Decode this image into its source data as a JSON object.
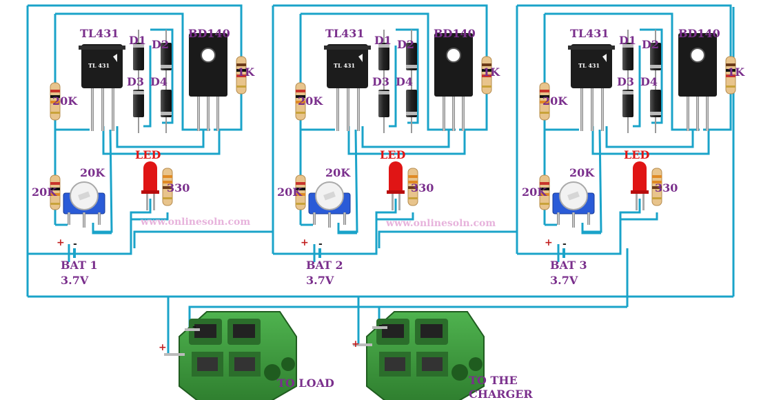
{
  "colors": {
    "wire": "#1aa3c9",
    "label": "#7a2f8c",
    "black_label": "#111111",
    "watermark": "#e7b3dc",
    "transistor_body": "#1c1c1c",
    "led": "#e01515",
    "pot_base": "#2a5bd7",
    "terminal": "#3f9a3f",
    "terminal_dark": "#2b6e2b",
    "resistor": "#e8c48c"
  },
  "modules": [
    {
      "ic_label": "TL431",
      "ic_marking": "TL 431",
      "d1": "D1",
      "d2": "D2",
      "d3": "D3",
      "d4": "D4",
      "transistor_label": "BD140",
      "resistor_top": "1K",
      "resistor_left": "20K",
      "resistor_bottom_left": "20K",
      "pot_label": "20K",
      "led_label": "LED",
      "led_resistor": "330",
      "watermark": "www.onlinesoln.com",
      "battery_label": "BAT  1",
      "battery_voltage": "3.7V",
      "plus": "+",
      "minus": "-"
    },
    {
      "ic_label": "TL431",
      "ic_marking": "TL 431",
      "d1": "D1",
      "d2": "D2",
      "d3": "D3",
      "d4": "D4",
      "transistor_label": "BD140",
      "resistor_top": "1K",
      "resistor_left": "20K",
      "resistor_bottom_left": "20K",
      "pot_label": "20K",
      "led_label": "LED",
      "led_resistor": "330",
      "watermark": "www.onlinesoln.com",
      "battery_label": "BAT  2",
      "battery_voltage": "3.7V",
      "plus": "+",
      "minus": "-"
    },
    {
      "ic_label": "TL431",
      "ic_marking": "TL 431",
      "d1": "D1",
      "d2": "D2",
      "d3": "D3",
      "d4": "D4",
      "transistor_label": "BD140",
      "resistor_top": "1K",
      "resistor_left": "20K",
      "resistor_bottom_left": "20K",
      "pot_label": "20K",
      "led_label": "LED",
      "led_resistor": "330",
      "watermark": "",
      "battery_label": "BAT  3",
      "battery_voltage": "3.7V",
      "plus": "+",
      "minus": "-"
    }
  ],
  "terminals": {
    "load": {
      "label": "TO LOAD",
      "plus": "+",
      "minus": "-"
    },
    "charger": {
      "label_line1": "TO THE",
      "label_line2": "CHARGER",
      "plus": "+",
      "minus": "-"
    }
  }
}
